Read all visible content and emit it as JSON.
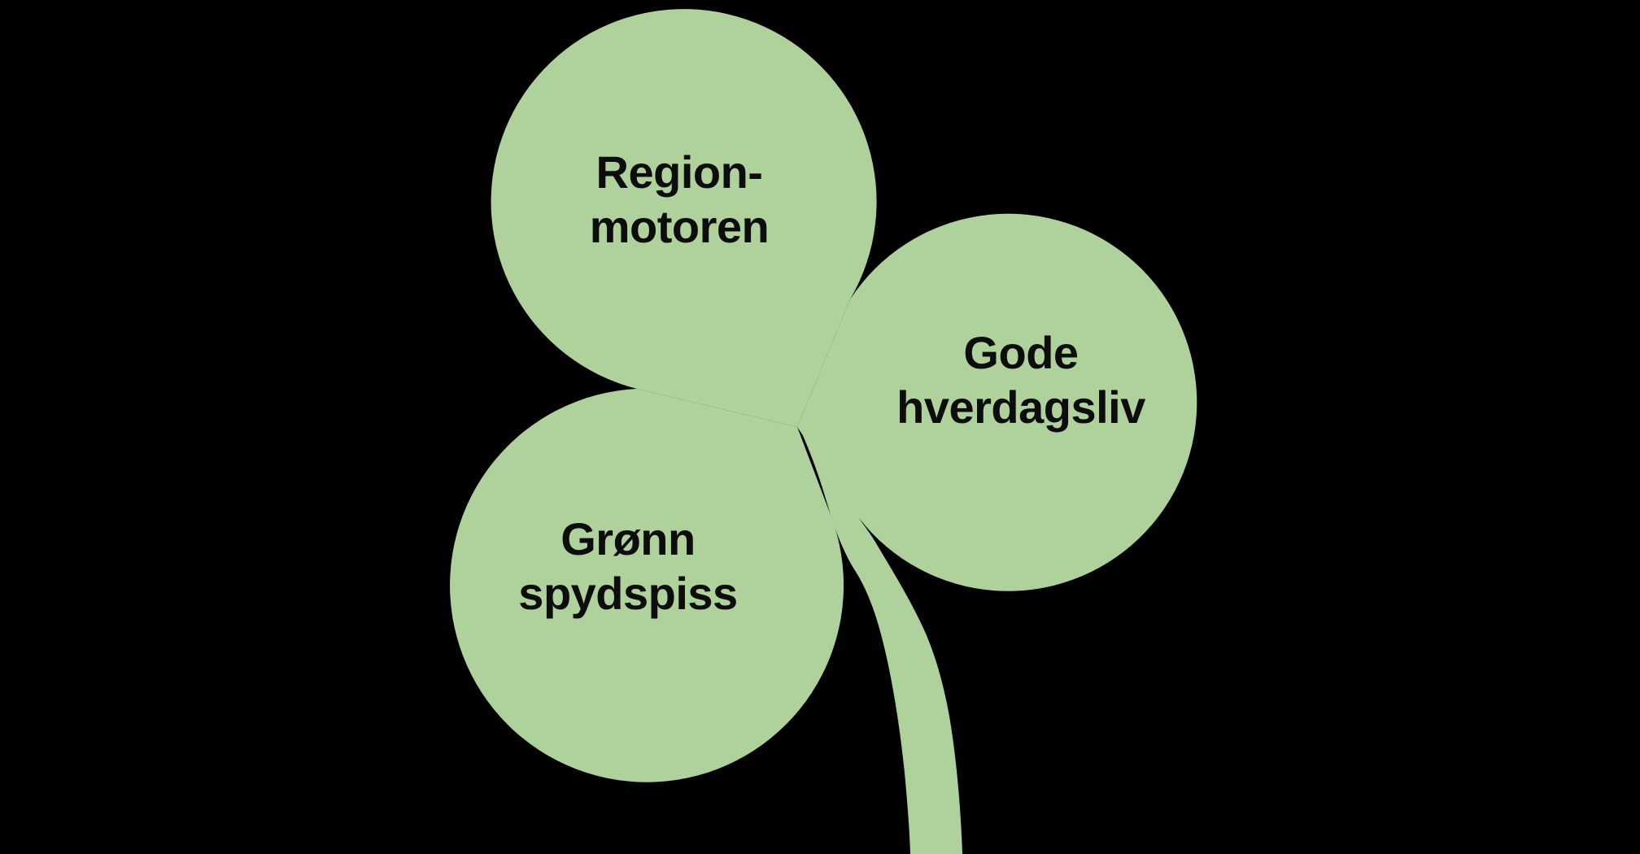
{
  "background_color": "#000000",
  "diagram": {
    "type": "three-leaf-clover",
    "fill_color": "#afd19b",
    "text_color": "#0d0d0d",
    "leaves": [
      {
        "id": "top",
        "label_line1": "Region-",
        "label_line2": "motoren"
      },
      {
        "id": "right",
        "label_line1": "Gode",
        "label_line2": "hverdagsliv"
      },
      {
        "id": "bottom-left",
        "label_line1": "Grønn",
        "label_line2": "spydspiss"
      }
    ]
  }
}
